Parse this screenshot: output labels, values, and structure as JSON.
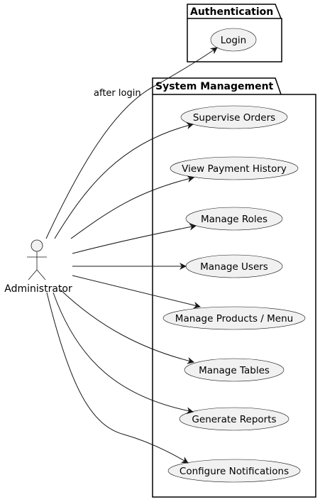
{
  "actor": {
    "name": "Administrator"
  },
  "packages": {
    "authentication": {
      "title": "Authentication"
    },
    "system_management": {
      "title": "System Management"
    }
  },
  "use_cases": {
    "login": "Login",
    "supervise_orders": "Supervise Orders",
    "view_payment_history": "View Payment History",
    "manage_roles": "Manage Roles",
    "manage_users": "Manage Users",
    "manage_products_menu": "Manage Products / Menu",
    "manage_tables": "Manage Tables",
    "generate_reports": "Generate Reports",
    "configure_notifications": "Configure Notifications"
  },
  "edge_labels": {
    "login": "after login"
  },
  "colors": {
    "use_case_fill": "#f1f1f1",
    "stroke": "#181818",
    "background": "#ffffff"
  }
}
